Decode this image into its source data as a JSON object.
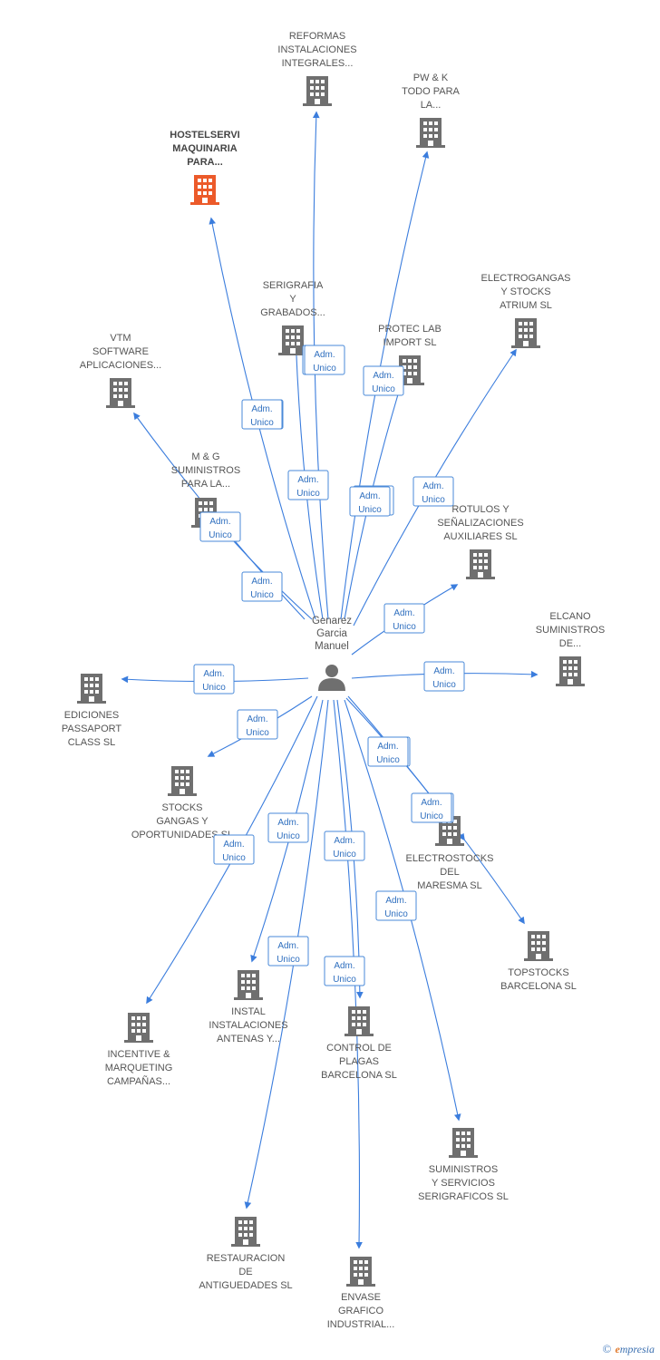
{
  "colors": {
    "edge": "#3b7ddd",
    "building": "#6f6f6f",
    "building_main": "#ec5a2a",
    "person": "#6f6f6f",
    "label": "#555555"
  },
  "center": {
    "name_lines": [
      "Genarez",
      "Garcia",
      "Manuel"
    ],
    "icon": "person-icon"
  },
  "edge_label_lines": [
    "Adm.",
    "Unico"
  ],
  "nodes": [
    {
      "id": "hostelservi",
      "lines": [
        "HOSTELSERVI",
        "MAQUINARIA",
        "PARA..."
      ],
      "main": true,
      "icon": "building-icon"
    },
    {
      "id": "reformas",
      "lines": [
        "REFORMAS",
        "INSTALACIONES",
        "INTEGRALES..."
      ],
      "icon": "building-icon"
    },
    {
      "id": "pwk",
      "lines": [
        "PW & K",
        "TODO PARA",
        "LA..."
      ],
      "icon": "building-icon"
    },
    {
      "id": "serigrafia",
      "lines": [
        "SERIGRAFIA",
        "Y",
        "GRABADOS..."
      ],
      "icon": "building-icon"
    },
    {
      "id": "proteclab",
      "lines": [
        "PROTEC LAB",
        "IMPORT SL"
      ],
      "icon": "building-icon"
    },
    {
      "id": "electrogangas",
      "lines": [
        "ELECTROGANGAS",
        "Y STOCKS",
        "ATRIUM SL"
      ],
      "icon": "building-icon"
    },
    {
      "id": "vtm",
      "lines": [
        "VTM",
        "SOFTWARE",
        "APLICACIONES..."
      ],
      "icon": "building-icon"
    },
    {
      "id": "mg",
      "lines": [
        "M & G",
        "SUMINISTROS",
        "PARA LA..."
      ],
      "icon": "building-icon"
    },
    {
      "id": "rotulos",
      "lines": [
        "ROTULOS Y",
        "SEÑALIZACIONES",
        "AUXILIARES SL"
      ],
      "icon": "building-icon"
    },
    {
      "id": "elcano",
      "lines": [
        "ELCANO",
        "SUMINISTROS",
        "DE..."
      ],
      "icon": "building-icon"
    },
    {
      "id": "ediciones",
      "lines": [
        "EDICIONES",
        "PASSAPORT",
        "CLASS SL"
      ],
      "icon": "building-icon"
    },
    {
      "id": "stocks",
      "lines": [
        "STOCKS",
        "GANGAS Y",
        "OPORTUNIDADES SL"
      ],
      "icon": "building-icon"
    },
    {
      "id": "electrostocks",
      "lines": [
        "ELECTROSTOCKS",
        "DEL",
        "MARESMA SL"
      ],
      "icon": "building-icon"
    },
    {
      "id": "topstocks",
      "lines": [
        "TOPSTOCKS",
        "BARCELONA SL"
      ],
      "icon": "building-icon"
    },
    {
      "id": "incentive",
      "lines": [
        "INCENTIVE &",
        "MARQUETING",
        "CAMPAÑAS..."
      ],
      "icon": "building-icon"
    },
    {
      "id": "instal",
      "lines": [
        "INSTAL",
        "INSTALACIONES",
        "ANTENAS Y..."
      ],
      "icon": "building-icon"
    },
    {
      "id": "control",
      "lines": [
        "CONTROL DE",
        "PLAGAS",
        "BARCELONA SL"
      ],
      "icon": "building-icon"
    },
    {
      "id": "suministros",
      "lines": [
        "SUMINISTROS",
        "Y SERVICIOS",
        "SERIGRAFICOS SL"
      ],
      "icon": "building-icon"
    },
    {
      "id": "restauracion",
      "lines": [
        "RESTAURACION",
        "DE",
        "ANTIGUEDADES SL"
      ],
      "icon": "building-icon"
    },
    {
      "id": "envase",
      "lines": [
        "ENVASE",
        "GRAFICO",
        "INDUSTRIAL..."
      ],
      "icon": "building-icon"
    }
  ],
  "footer": {
    "copyright": "©",
    "brand_initial": "e",
    "brand_rest": "mpresia"
  }
}
